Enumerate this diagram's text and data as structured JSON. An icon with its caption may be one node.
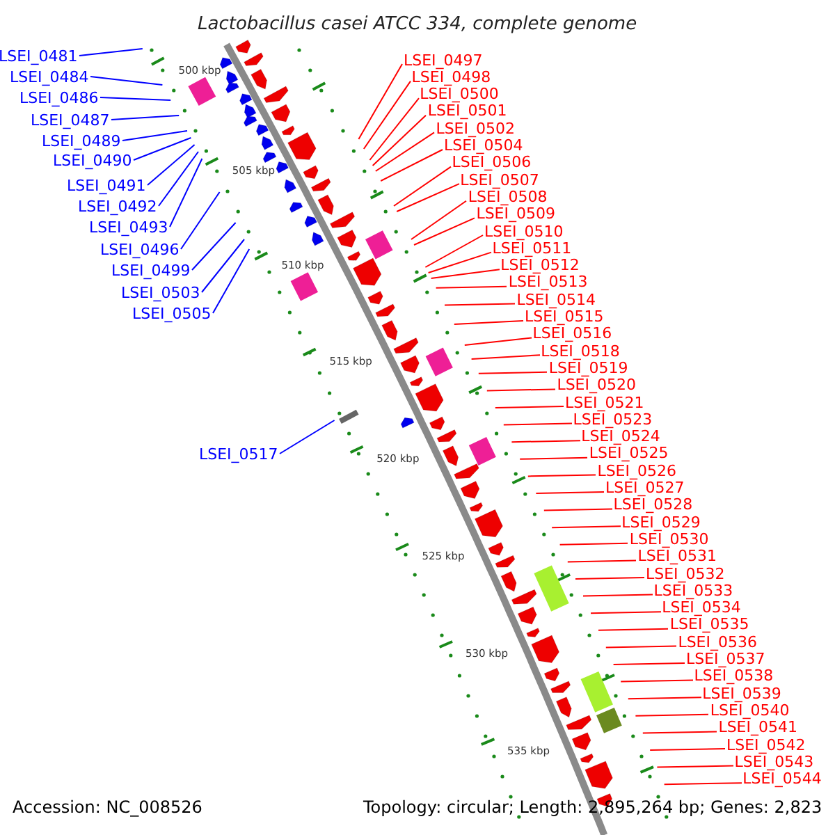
{
  "diagram": {
    "title": "Lactobacillus casei ATCC 334, complete genome",
    "nodes": [
      {
        "text": [
          "LSEI_0481"
        ]
      },
      {
        "text": [
          "LSEI_0484"
        ]
      },
      {
        "text": [
          "LSEI_0486"
        ]
      },
      {
        "text": [
          "LSEI_0487"
        ]
      },
      {
        "text": [
          "LSEI_0489"
        ]
      },
      {
        "text": [
          "LSEI_0490"
        ]
      },
      {
        "text": [
          "LSEI_0491"
        ]
      },
      {
        "text": [
          "LSEI_0492"
        ]
      },
      {
        "text": [
          "LSEI_0493"
        ]
      },
      {
        "text": [
          "LSEI_0496"
        ]
      },
      {
        "text": [
          "LSEI_0499"
        ]
      },
      {
        "text": [
          "LSEI_0503"
        ]
      },
      {
        "text": [
          "LSEI_0505"
        ]
      },
      {
        "text": [
          "LSEI_0517"
        ]
      },
      {
        "text": [
          "LSEI_0497"
        ]
      },
      {
        "text": [
          "LSEI_0498"
        ]
      },
      {
        "text": [
          "LSEI_0500"
        ]
      },
      {
        "text": [
          "LSEI_0501"
        ]
      },
      {
        "text": [
          "LSEI_0502"
        ]
      },
      {
        "text": [
          "LSEI_0504"
        ]
      },
      {
        "text": [
          "LSEI_0506"
        ]
      },
      {
        "text": [
          "LSEI_0507"
        ]
      },
      {
        "text": [
          "LSEI_0508"
        ]
      },
      {
        "text": [
          "LSEI_0509"
        ]
      },
      {
        "text": [
          "LSEI_0510"
        ]
      },
      {
        "text": [
          "LSEI_0511"
        ]
      },
      {
        "text": [
          "LSEI_0512"
        ]
      },
      {
        "text": [
          "LSEI_0513"
        ]
      },
      {
        "text": [
          "LSEI_0514"
        ]
      },
      {
        "text": [
          "LSEI_0515"
        ]
      },
      {
        "text": [
          "LSEI_0516"
        ]
      },
      {
        "text": [
          "LSEI_0518"
        ]
      },
      {
        "text": [
          "LSEI_0519"
        ]
      },
      {
        "text": [
          "LSEI_0520"
        ]
      },
      {
        "text": [
          "LSEI_0521"
        ]
      },
      {
        "text": [
          "LSEI_0523"
        ]
      },
      {
        "text": [
          "LSEI_0524"
        ]
      },
      {
        "text": [
          "LSEI_0525"
        ]
      },
      {
        "text": [
          "LSEI_0526"
        ]
      },
      {
        "text": [
          "LSEI_0527"
        ]
      },
      {
        "text": [
          "LSEI_0528"
        ]
      },
      {
        "text": [
          "LSEI_0529"
        ]
      },
      {
        "text": [
          "LSEI_0530"
        ]
      },
      {
        "text": [
          "LSEI_0531"
        ]
      },
      {
        "text": [
          "LSEI_0532"
        ]
      },
      {
        "text": [
          "LSEI_0533"
        ]
      },
      {
        "text": [
          "LSEI_0534"
        ]
      },
      {
        "text": [
          "LSEI_0535"
        ]
      },
      {
        "text": [
          "LSEI_0536"
        ]
      },
      {
        "text": [
          "LSEI_0537"
        ]
      },
      {
        "text": [
          "LSEI_0538"
        ]
      },
      {
        "text": [
          "LSEI_0539"
        ]
      },
      {
        "text": [
          "LSEI_0540"
        ]
      },
      {
        "text": [
          "LSEI_0541"
        ]
      },
      {
        "text": [
          "LSEI_0542"
        ]
      },
      {
        "text": [
          "LSEI_0543"
        ]
      },
      {
        "text": [
          "LSEI_0544"
        ]
      }
    ],
    "edges": [
      {
        "from": 0,
        "to": null,
        "arrow": "none",
        "color": "#0000ff"
      },
      {
        "from": 1,
        "to": null,
        "arrow": "none",
        "color": "#0000ff"
      },
      {
        "from": 2,
        "to": null,
        "arrow": "none",
        "color": "#0000ff"
      },
      {
        "from": 3,
        "to": null,
        "arrow": "none",
        "color": "#0000ff"
      },
      {
        "from": 4,
        "to": null,
        "arrow": "none",
        "color": "#0000ff"
      },
      {
        "from": 5,
        "to": null,
        "arrow": "none",
        "color": "#0000ff"
      },
      {
        "from": 6,
        "to": null,
        "arrow": "none",
        "color": "#0000ff"
      },
      {
        "from": 7,
        "to": null,
        "arrow": "none",
        "color": "#0000ff"
      },
      {
        "from": 8,
        "to": null,
        "arrow": "none",
        "color": "#0000ff"
      },
      {
        "from": 9,
        "to": null,
        "arrow": "none",
        "color": "#0000ff"
      },
      {
        "from": 10,
        "to": null,
        "arrow": "none",
        "color": "#0000ff"
      },
      {
        "from": 11,
        "to": null,
        "arrow": "none",
        "color": "#0000ff"
      },
      {
        "from": 12,
        "to": null,
        "arrow": "none",
        "color": "#0000ff"
      },
      {
        "from": 13,
        "to": null,
        "arrow": "none",
        "color": "#0000ff"
      },
      {
        "from": 14,
        "to": null,
        "arrow": "none"
      },
      {
        "from": 15,
        "to": null,
        "arrow": "none"
      },
      {
        "from": 16,
        "to": null,
        "arrow": "none"
      },
      {
        "from": 17,
        "to": null,
        "arrow": "none"
      },
      {
        "from": 18,
        "to": null,
        "arrow": "none"
      },
      {
        "from": 19,
        "to": null,
        "arrow": "none"
      },
      {
        "from": 20,
        "to": null,
        "arrow": "none"
      },
      {
        "from": 21,
        "to": null,
        "arrow": "none"
      },
      {
        "from": 22,
        "to": null,
        "arrow": "none"
      },
      {
        "from": 23,
        "to": null,
        "arrow": "none"
      },
      {
        "from": 24,
        "to": null,
        "arrow": "none"
      },
      {
        "from": 25,
        "to": null,
        "arrow": "none"
      },
      {
        "from": 26,
        "to": null,
        "arrow": "none"
      },
      {
        "from": 27,
        "to": null,
        "arrow": "none"
      },
      {
        "from": 28,
        "to": null,
        "arrow": "none"
      },
      {
        "from": 29,
        "to": null,
        "arrow": "none"
      },
      {
        "from": 30,
        "to": null,
        "arrow": "none"
      },
      {
        "from": 31,
        "to": null,
        "arrow": "none"
      },
      {
        "from": 32,
        "to": null,
        "arrow": "none"
      },
      {
        "from": 33,
        "to": null,
        "arrow": "none"
      },
      {
        "from": 34,
        "to": null,
        "arrow": "none"
      },
      {
        "from": 35,
        "to": null,
        "arrow": "none"
      },
      {
        "from": 36,
        "to": null,
        "arrow": "none"
      },
      {
        "from": 37,
        "to": null,
        "arrow": "none"
      },
      {
        "from": 38,
        "to": null,
        "arrow": "none"
      },
      {
        "from": 39,
        "to": null,
        "arrow": "none"
      },
      {
        "from": 40,
        "to": null,
        "arrow": "none"
      },
      {
        "from": 41,
        "to": null,
        "arrow": "none"
      },
      {
        "from": 42,
        "to": null,
        "arrow": "none"
      },
      {
        "from": 43,
        "to": null,
        "arrow": "none"
      },
      {
        "from": 44,
        "to": null,
        "arrow": "none"
      },
      {
        "from": 45,
        "to": null,
        "arrow": "none"
      },
      {
        "from": 46,
        "to": null,
        "arrow": "none"
      },
      {
        "from": 47,
        "to": null,
        "arrow": "none"
      },
      {
        "from": 48,
        "to": null,
        "arrow": "none"
      },
      {
        "from": 49,
        "to": null,
        "arrow": "none"
      },
      {
        "from": 50,
        "to": null,
        "arrow": "none"
      },
      {
        "from": 51,
        "to": null,
        "arrow": "none"
      },
      {
        "from": 52,
        "to": null,
        "arrow": "none"
      },
      {
        "from": 53,
        "to": null,
        "arrow": "none"
      },
      {
        "from": 54,
        "to": null,
        "arrow": "none"
      },
      {
        "from": 55,
        "to": null,
        "arrow": "none"
      },
      {
        "from": 56,
        "to": null,
        "arrow": "none"
      }
    ],
    "labels": [
      "500 kbp",
      "505 kbp",
      "510 kbp",
      "515 kbp",
      "520 kbp",
      "525 kbp",
      "530 kbp",
      "535 kbp",
      "Accession: NC_008526",
      "Topology: circular; Length: 2,895,264 bp; Genes: 2,823"
    ]
  }
}
